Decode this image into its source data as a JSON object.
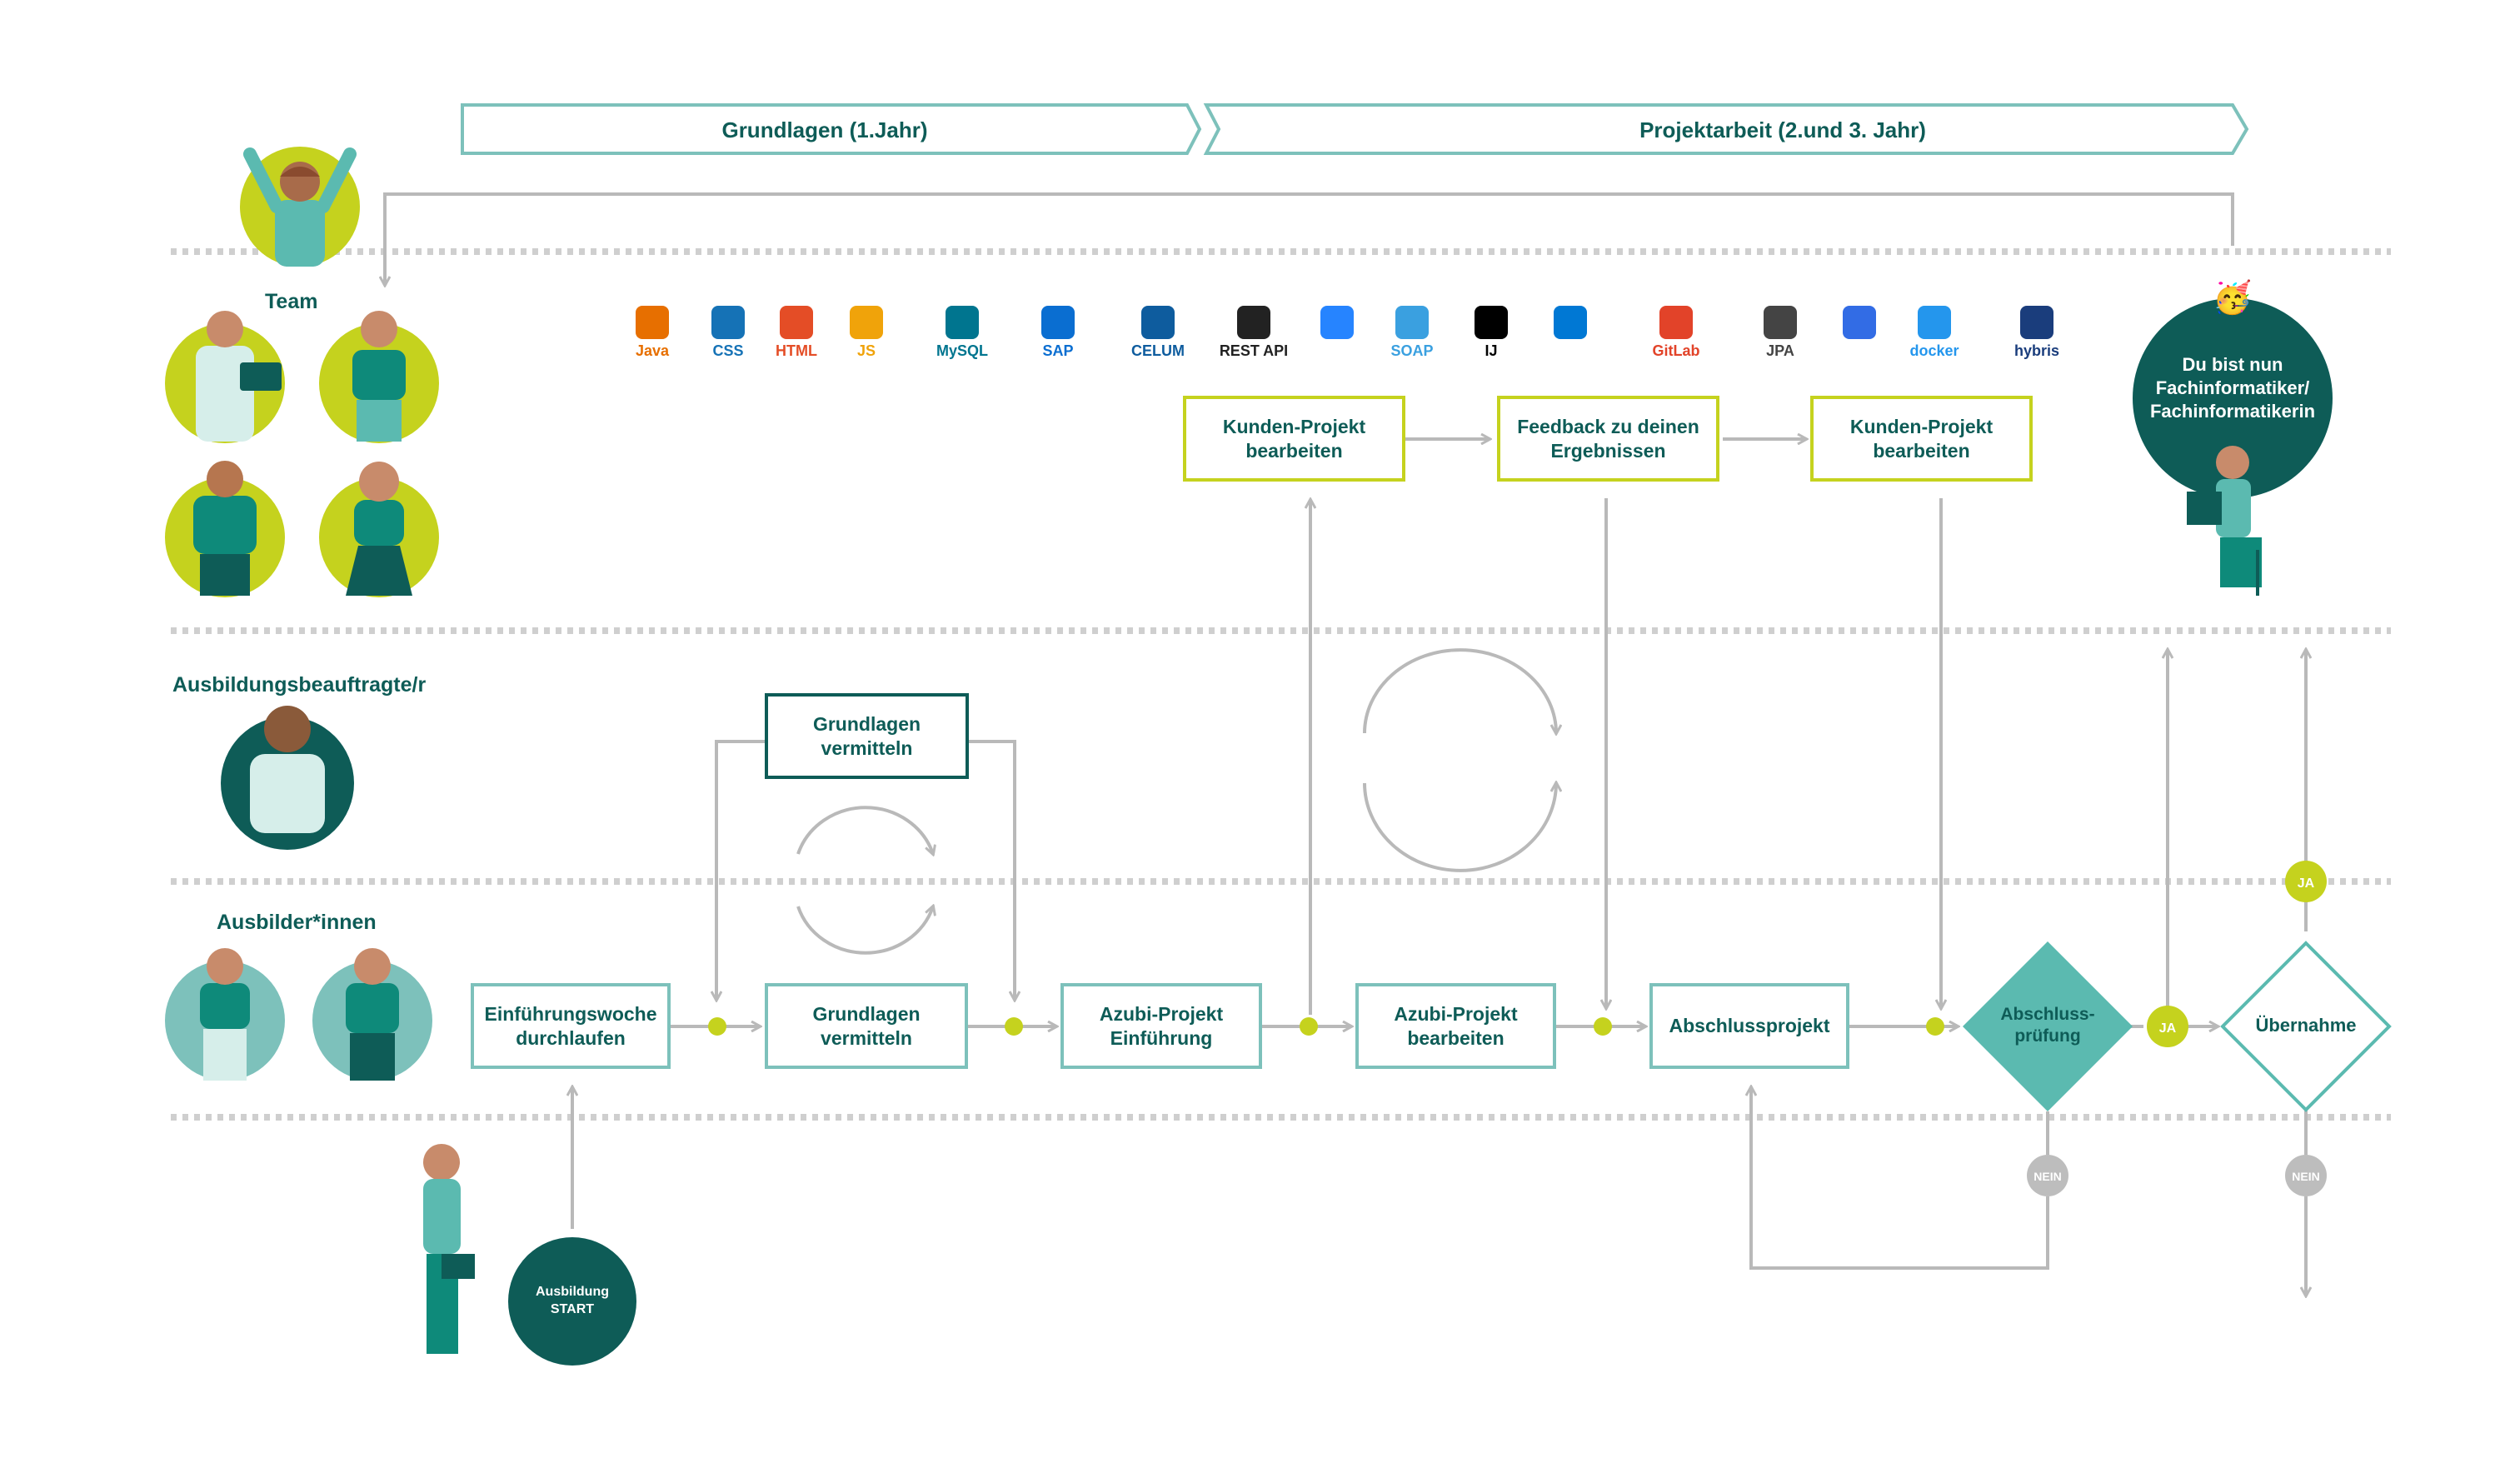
{
  "colors": {
    "dark_teal": "#0e5c57",
    "teal": "#5bbab0",
    "light_teal": "#7dc1bb",
    "lime": "#c5d21e",
    "grey": "#b9b9b9",
    "white": "#ffffff"
  },
  "phases": [
    {
      "label": "Grundlagen (1.Jahr)"
    },
    {
      "label": "Projektarbeit (2.und 3. Jahr)"
    }
  ],
  "lanes": {
    "team": "Team",
    "ausbildungsbeauftragte": "Ausbildungsbeauftragte/r",
    "ausbilder": "Ausbilder*innen"
  },
  "tech_logos": [
    {
      "label": "Java",
      "icon": "java-icon"
    },
    {
      "label": "CSS",
      "icon": "css3-icon"
    },
    {
      "label": "HTML",
      "icon": "html5-icon"
    },
    {
      "label": "JS",
      "icon": "js-icon"
    },
    {
      "label": "MySQL",
      "icon": "mysql-icon"
    },
    {
      "label": "SAP",
      "icon": "sap-icon"
    },
    {
      "label": "CELUM",
      "icon": "celum-icon"
    },
    {
      "label": "REST API",
      "icon": "rest-api-icon"
    },
    {
      "label": "",
      "icon": "jira-icon"
    },
    {
      "label": "SOAP",
      "icon": "soap-icon"
    },
    {
      "label": "IJ",
      "icon": "intellij-icon"
    },
    {
      "label": "",
      "icon": "vscode-icon"
    },
    {
      "label": "GitLab",
      "icon": "gitlab-icon"
    },
    {
      "label": "JPA",
      "icon": "jpa-icon"
    },
    {
      "label": "",
      "icon": "kubernetes-icon"
    },
    {
      "label": "docker",
      "icon": "docker-icon"
    },
    {
      "label": "hybris",
      "icon": "hybris-icon"
    }
  ],
  "steps": {
    "einfuehrungswoche": "Einführungswoche durchlaufen",
    "grundlagen_ausbilder": "Grundlagen vermitteln",
    "grundlagen_beauftragte": "Grundlagen vermitteln",
    "azubi_einfuehrung": "Azubi-Projekt Einführung",
    "azubi_bearbeiten": "Azubi-Projekt bearbeiten",
    "abschlussprojekt": "Abschlussprojekt",
    "kunden_1": "Kunden-Projekt bearbeiten",
    "feedback": "Feedback zu deinen Ergebnissen",
    "kunden_2": "Kunden-Projekt bearbeiten",
    "abschlusspruefung": "Abschluss- prüfung",
    "uebernahme": "Übernahme"
  },
  "badges": {
    "ja_1": "JA",
    "ja_2": "JA",
    "nein_1": "NEIN",
    "nein_2": "NEIN"
  },
  "start_line1": "Ausbildung",
  "start_line2": "START",
  "final_line1": "Du bist nun",
  "final_line2": "Fachinformatiker/",
  "final_line3": "Fachinformatikerin",
  "final_emoji": "🥳"
}
